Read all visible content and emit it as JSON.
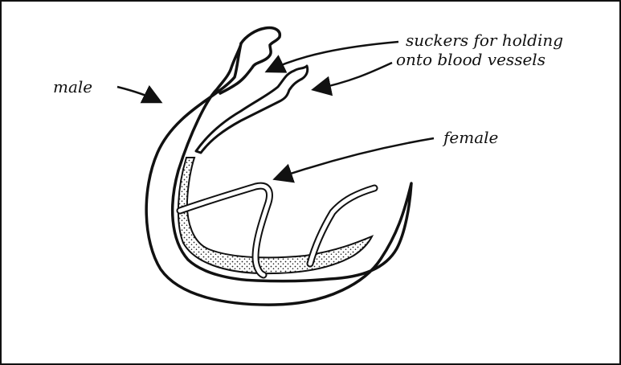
{
  "labels": {
    "male": "male",
    "suckers_line1": "suckers for holding",
    "suckers_line2": "onto blood vessels",
    "female": "female"
  },
  "colors": {
    "stroke": "#111111",
    "background": "#ffffff",
    "stipple": "#222222"
  }
}
